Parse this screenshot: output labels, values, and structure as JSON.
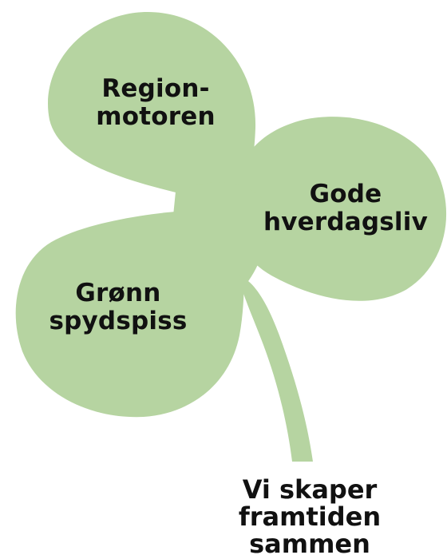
{
  "colors": {
    "leaf": "#b6d4a1",
    "text": "#111111",
    "background": "#ffffff"
  },
  "leaves": {
    "top": {
      "line1": "Region-",
      "line2": "motoren"
    },
    "right": {
      "line1": "Gode",
      "line2": "hverdagsliv"
    },
    "left": {
      "line1": "Grønn",
      "line2": "spydspiss"
    }
  },
  "slogan": {
    "line1": "Vi skaper",
    "line2": "framtiden",
    "line3": "sammen"
  }
}
